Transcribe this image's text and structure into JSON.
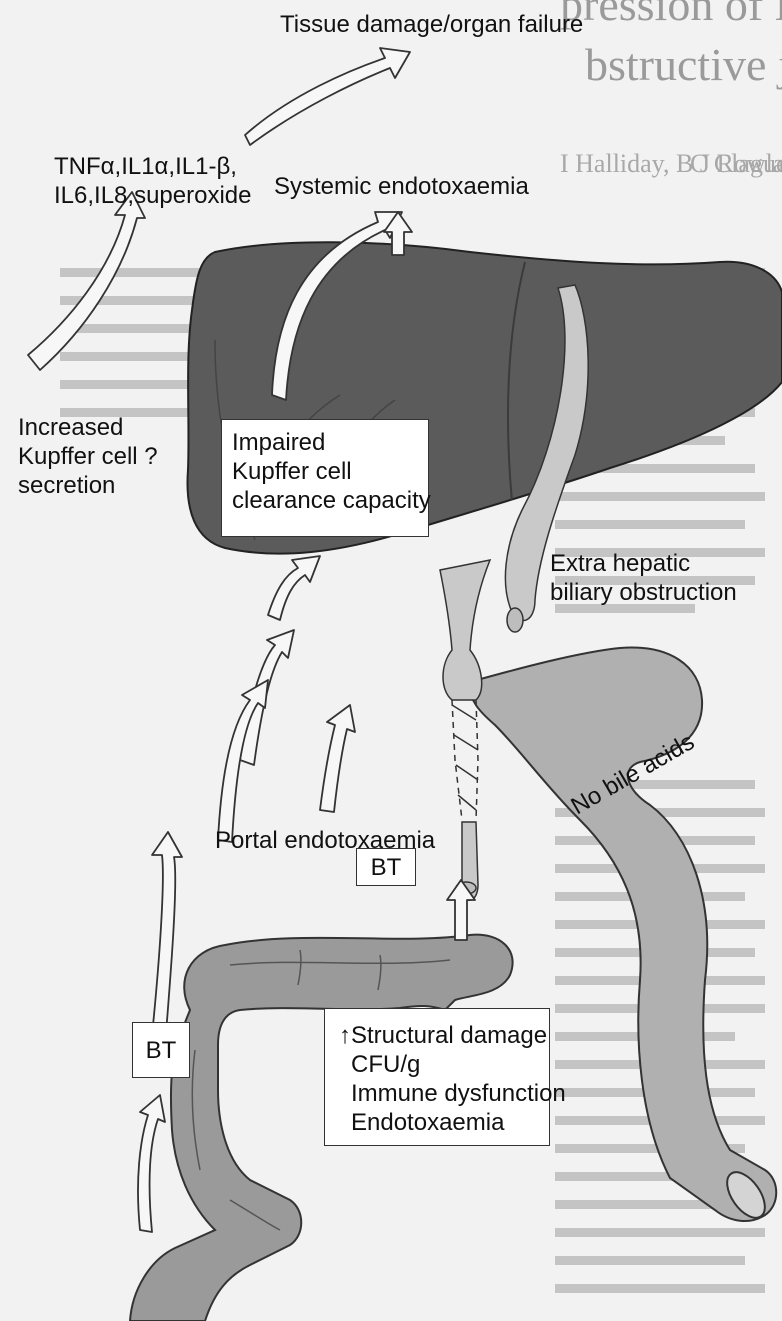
{
  "diagram": {
    "labels": {
      "tissue_damage": "Tissue damage/organ failure",
      "cytokines_line1": "TNFα,IL1α,IL1-β,",
      "cytokines_line2": "IL6,IL8,superoxide",
      "systemic_endotoxaemia": "Systemic endotoxaemia",
      "increased_line1": "Increased",
      "increased_line2": "Kupffer cell  ?",
      "increased_line3": "secretion",
      "impaired_line1": "Impaired",
      "impaired_line2": "Kupffer cell",
      "impaired_line3": "clearance capacity",
      "obstruction_line1": "Extra hepatic",
      "obstruction_line2": "biliary obstruction",
      "portal_endotoxaemia": "Portal endotoxaemia",
      "no_bile_acids": "No bile acids",
      "bt_upper": "BT",
      "bt_lower": "BT",
      "gut_line1": "Structural damage",
      "gut_line2": "CFU/g",
      "gut_line3": "Immune dysfunction",
      "gut_line4": "Endotoxaemia",
      "gut_arrow_symbol": "↑"
    },
    "background_text": {
      "title_line1": "pression of Kupffer cell",
      "title_line2": "bstructive jaundice",
      "authors": "I Halliday, B J Rowlands",
      "right_fragment": "C Clague, P Ervin,"
    },
    "colors": {
      "liver": "#5b5b5b",
      "gut": "#9a9a9a",
      "duct": "#c9c9c9",
      "stomach": "#b0b0b0",
      "paper": "#f2f2f2"
    }
  }
}
